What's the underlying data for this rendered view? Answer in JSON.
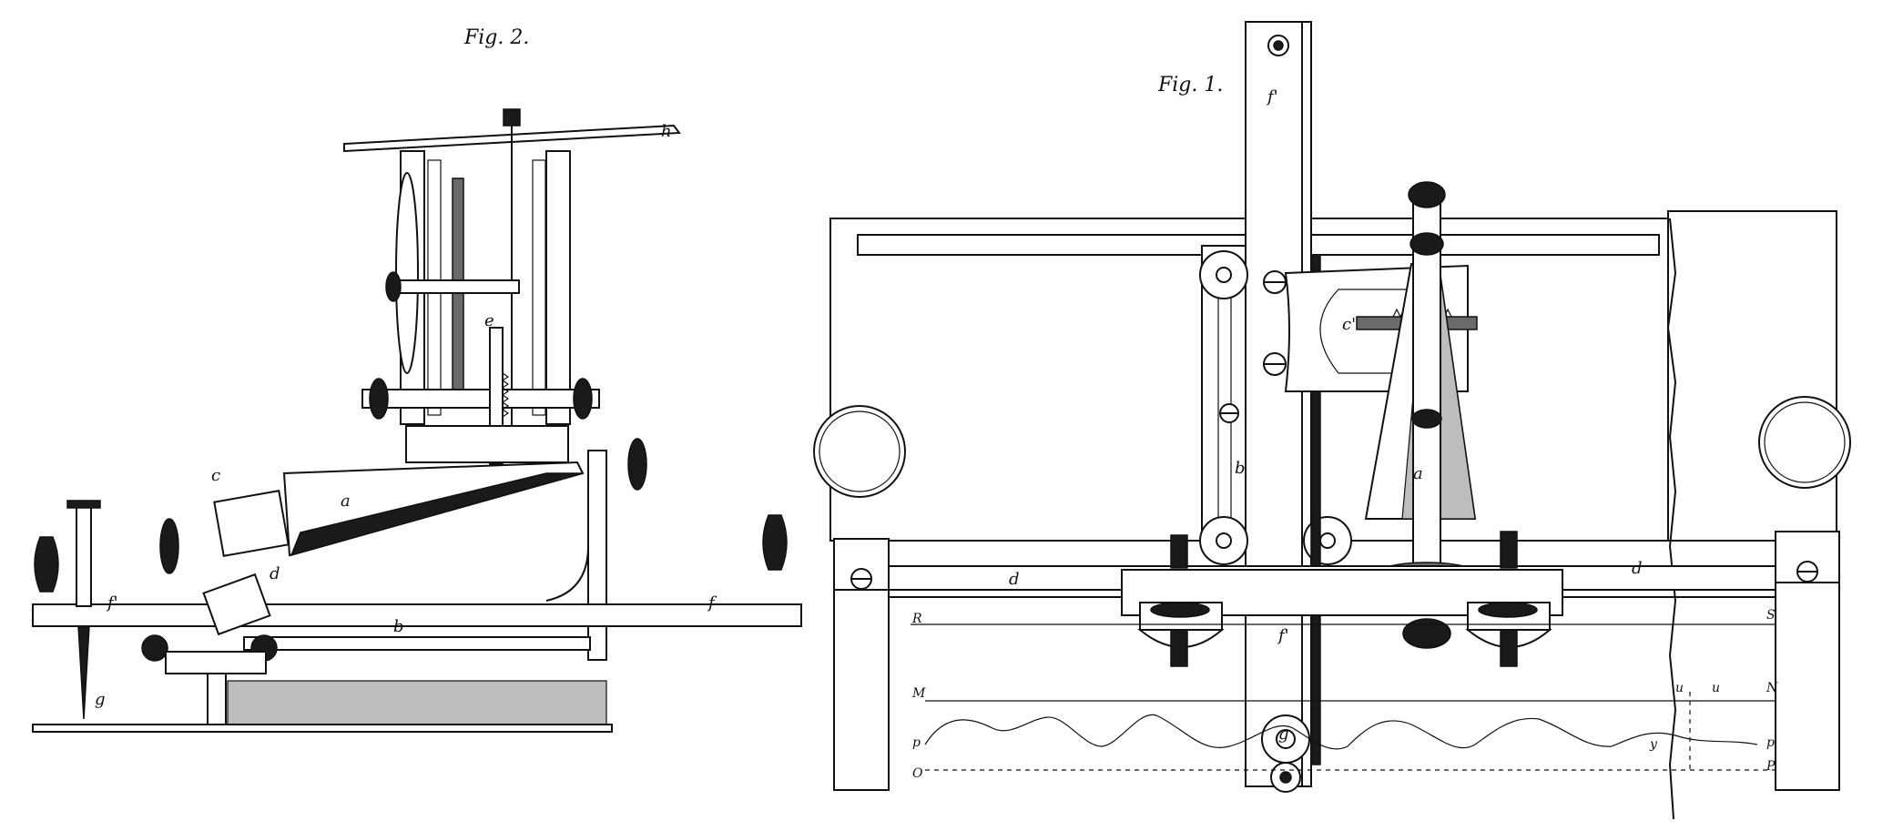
{
  "figures": [
    {
      "caption": "Fig. 2.",
      "labels": [
        "h",
        "e",
        "c",
        "a",
        "d",
        "f'",
        "f",
        "b",
        "g"
      ]
    },
    {
      "caption": "Fig. 1.",
      "labels": [
        "f'",
        "c'",
        "b",
        "a",
        "d",
        "d",
        "f'",
        "g",
        "R",
        "S",
        "M",
        "N",
        "O",
        "P",
        "p",
        "p",
        "u",
        "u",
        "y"
      ]
    }
  ]
}
